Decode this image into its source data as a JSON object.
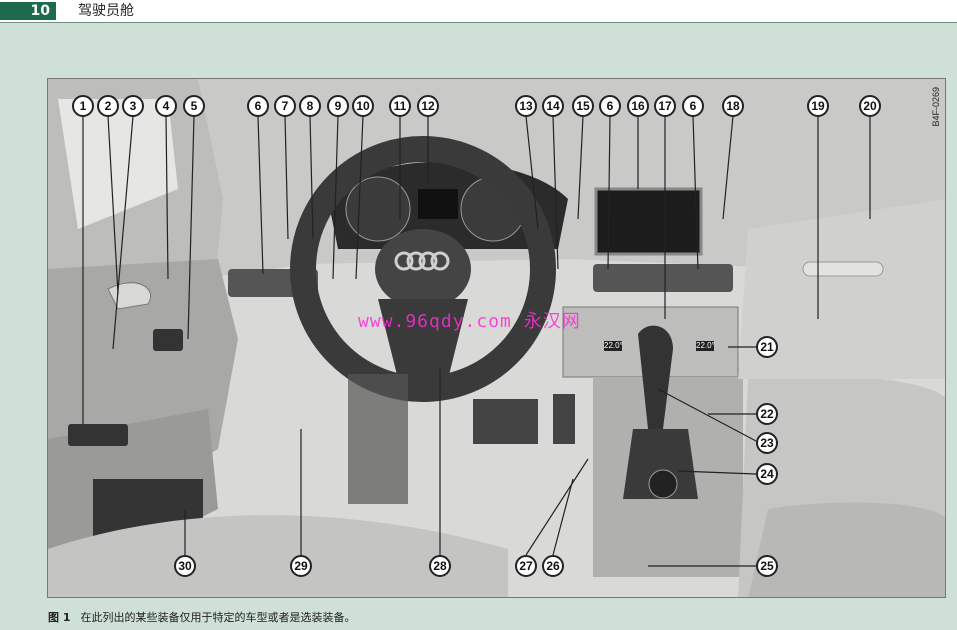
{
  "header": {
    "page_number": "10",
    "section_title": "驾驶员舱"
  },
  "figure": {
    "code": "B4F-0269",
    "watermark": "www.96qdy.com 永汉网",
    "display_left": "22.0°",
    "display_right": "22.0°",
    "callouts": [
      "1",
      "2",
      "3",
      "4",
      "5",
      "6",
      "7",
      "8",
      "9",
      "10",
      "11",
      "12",
      "13",
      "14",
      "15",
      "6",
      "16",
      "17",
      "6",
      "18",
      "19",
      "20",
      "21",
      "22",
      "23",
      "24",
      "25",
      "26",
      "27",
      "28",
      "29",
      "30"
    ]
  },
  "caption": {
    "label": "图 1",
    "text": "在此列出的某些装备仅用于特定的车型或者是选装装备。"
  },
  "colors": {
    "accent": "#1d6b4c",
    "background": "#cfe0d6"
  }
}
